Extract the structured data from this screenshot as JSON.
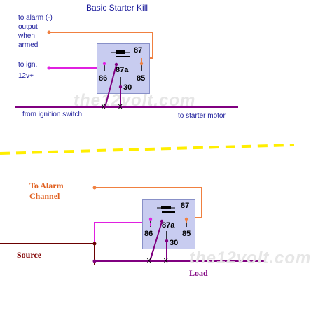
{
  "diagram1": {
    "title": "Basic Starter Kill",
    "label_alarm_line1": "to alarm (-)",
    "label_alarm_line2": "output",
    "label_alarm_line3": "when",
    "label_alarm_line4": "armed",
    "label_ign_line1": "to ign.",
    "label_ign_line2": "12v+",
    "label_from_ignition": "from ignition switch",
    "label_to_starter": "to starter motor",
    "watermark": "the12volt.com",
    "relay": {
      "pin87": "87",
      "pin87a": "87a",
      "pin86": "86",
      "pin85": "85",
      "pin30": "30"
    },
    "cut_marks": [
      "X",
      "X"
    ]
  },
  "diagram2": {
    "label_alarm_line1": "To Alarm",
    "label_alarm_line2": "Channel",
    "label_source": "Source",
    "label_load": "Load",
    "watermark": "the12volt.com",
    "relay": {
      "pin87": "87",
      "pin87a": "87a",
      "pin86": "86",
      "pin85": "85",
      "pin30": "30"
    },
    "cut_marks": [
      "X",
      "X"
    ]
  },
  "colors": {
    "orange_wire": "#f08040",
    "magenta_wire": "#e020e0",
    "purple_wire": "#800080",
    "source_wire": "#6b0000",
    "divider": "#ffee00",
    "relay_fill": "#c8ccf0",
    "label_blue": "#1a1a9a",
    "label_alarm": "#e06020",
    "label_source": "#800000",
    "label_load": "#800080"
  }
}
